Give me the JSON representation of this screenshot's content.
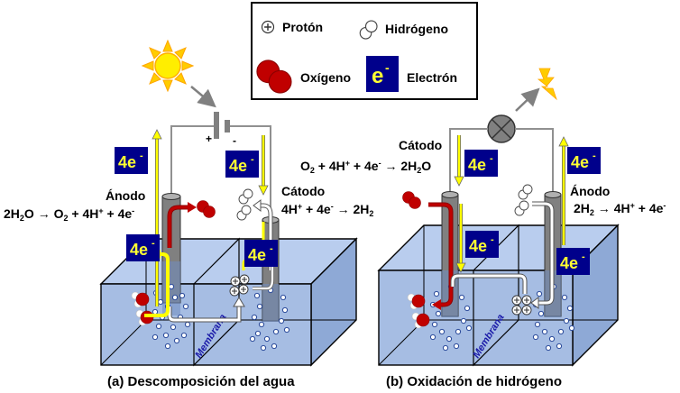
{
  "legend": {
    "proton": "Protón",
    "hydrogen": "Hidrógeno",
    "oxygen": "Oxígeno",
    "electron": "Electrón",
    "electron_symbol": "e",
    "electron_sup": "-"
  },
  "electron_label": {
    "main": "4e",
    "sup": "-"
  },
  "colors": {
    "water_front": "#a6bde3",
    "water_top": "#b9cdee",
    "water_side": "#8ea9d6",
    "electron_box": "#00008b",
    "electron_text": "#ffff33",
    "oxygen": "#c00000",
    "wire": "#808080",
    "arrow_yellow": "#ffff00"
  },
  "panel_a": {
    "caption": "(a) Descomposición del agua",
    "anode_title": "Ánodo",
    "anode_reaction": {
      "t1": "2H",
      "s1": "2",
      "t2": "O → O",
      "s2": "2",
      "t3": " + 4H",
      "sup1": "+",
      "t4": " + 4e",
      "sup2": "-"
    },
    "cathode_title": "Cátodo",
    "cathode_reaction": {
      "t1": "4H",
      "sup1": "+",
      "t2": " + 4e",
      "sup2": "-",
      "t3": " → 2H",
      "s1": "2"
    },
    "battery_plus": "+",
    "battery_minus": "-",
    "membrane": "Membrana",
    "power_source": "sun-icon"
  },
  "panel_b": {
    "caption": "(b) Oxidación de hidrógeno",
    "cathode_title": "Cátodo",
    "cathode_reaction": {
      "t1": "O",
      "s1": "2",
      "t2": " + 4H",
      "sup1": "+",
      "t3": " + 4e",
      "sup2": "-",
      "t4": " → 2H",
      "s2": "2",
      "t5": "O"
    },
    "anode_title": "Ánodo",
    "anode_reaction": {
      "t1": "2H",
      "s1": "2",
      "t2": " → 4H",
      "sup1": "+",
      "t3": " + 4e",
      "sup2": "-"
    },
    "membrane": "Membrana",
    "load": "lamp-icon",
    "output": "lightning-icon"
  }
}
